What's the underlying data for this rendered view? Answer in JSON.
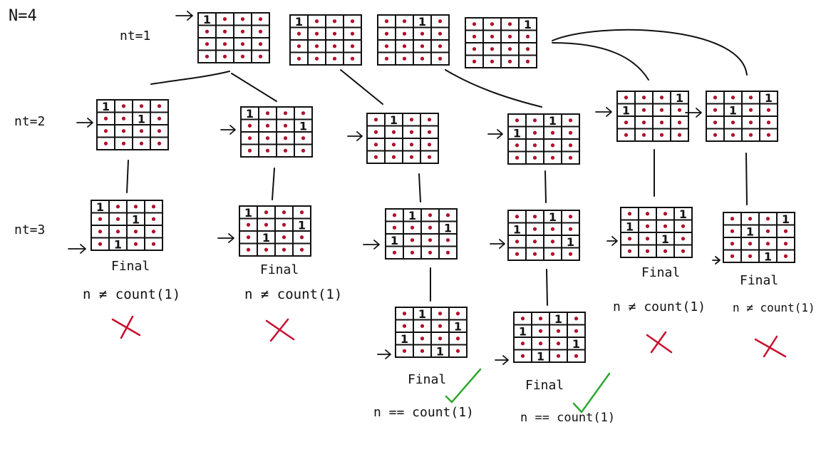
{
  "header": {
    "n_label": "N=4"
  },
  "row_labels": {
    "row1": "nt=1",
    "row2": "nt=2",
    "row3": "nt=3"
  },
  "boards": [
    {
      "ones": [
        [
          0,
          0
        ]
      ]
    },
    {
      "ones": [
        [
          0,
          0
        ]
      ]
    },
    {
      "ones": [
        [
          0,
          2
        ]
      ]
    },
    {
      "ones": [
        [
          0,
          3
        ]
      ]
    },
    {
      "ones": [
        [
          0,
          0
        ],
        [
          1,
          2
        ]
      ]
    },
    {
      "ones": [
        [
          0,
          0
        ],
        [
          1,
          3
        ]
      ]
    },
    {
      "ones": [
        [
          0,
          1
        ]
      ]
    },
    {
      "ones": [
        [
          0,
          2
        ],
        [
          1,
          0
        ]
      ]
    },
    {
      "ones": [
        [
          0,
          3
        ],
        [
          1,
          0
        ]
      ]
    },
    {
      "ones": [
        [
          0,
          3
        ],
        [
          1,
          1
        ]
      ]
    },
    {
      "ones": [
        [
          0,
          0
        ],
        [
          1,
          2
        ],
        [
          3,
          1
        ]
      ]
    },
    {
      "ones": [
        [
          0,
          0
        ],
        [
          1,
          3
        ],
        [
          2,
          1
        ]
      ]
    },
    {
      "ones": [
        [
          0,
          1
        ],
        [
          1,
          3
        ],
        [
          2,
          0
        ]
      ]
    },
    {
      "ones": [
        [
          0,
          2
        ],
        [
          1,
          0
        ],
        [
          2,
          3
        ]
      ]
    },
    {
      "ones": [
        [
          0,
          3
        ],
        [
          1,
          0
        ],
        [
          2,
          2
        ]
      ]
    },
    {
      "ones": [
        [
          0,
          3
        ],
        [
          1,
          1
        ],
        [
          3,
          2
        ]
      ]
    },
    {
      "ones": [
        [
          0,
          1
        ],
        [
          1,
          3
        ],
        [
          2,
          0
        ],
        [
          3,
          2
        ]
      ]
    },
    {
      "ones": [
        [
          0,
          2
        ],
        [
          1,
          0
        ],
        [
          2,
          3
        ],
        [
          3,
          1
        ]
      ]
    }
  ],
  "final_word": "Final",
  "outcomes": {
    "fail_label": "n ≠ count(1)",
    "pass_label": "n == count(1)"
  },
  "colors": {
    "ink": "#111111",
    "dot": "#b0102a",
    "cross": "#c8102e",
    "check": "#2ea82e"
  }
}
